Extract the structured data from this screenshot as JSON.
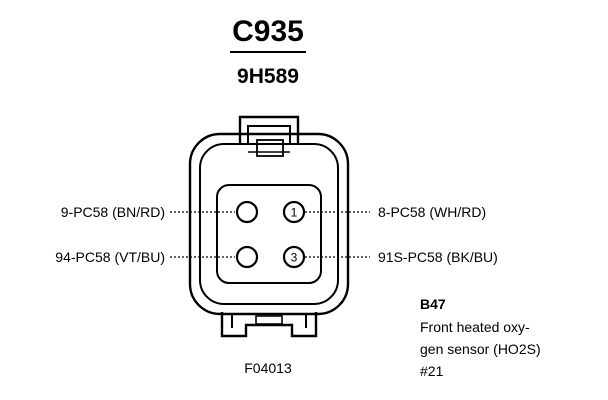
{
  "connector": {
    "id": "C935",
    "part_number": "9H589"
  },
  "pins": [
    {
      "side": "left",
      "row": 1,
      "number": "",
      "label": "9-PC58 (BN/RD)"
    },
    {
      "side": "right",
      "row": 1,
      "number": "1",
      "label": "8-PC58 (WH/RD)"
    },
    {
      "side": "left",
      "row": 2,
      "number": "",
      "label": "94-PC58 (VT/BU)"
    },
    {
      "side": "right",
      "row": 2,
      "number": "3",
      "label": "91S-PC58 (BK/BU)"
    }
  ],
  "component": {
    "id": "B47",
    "description_lines": [
      "Front heated oxy-",
      "gen sensor (HO2S)",
      "#21"
    ]
  },
  "figure_id": "F04013"
}
